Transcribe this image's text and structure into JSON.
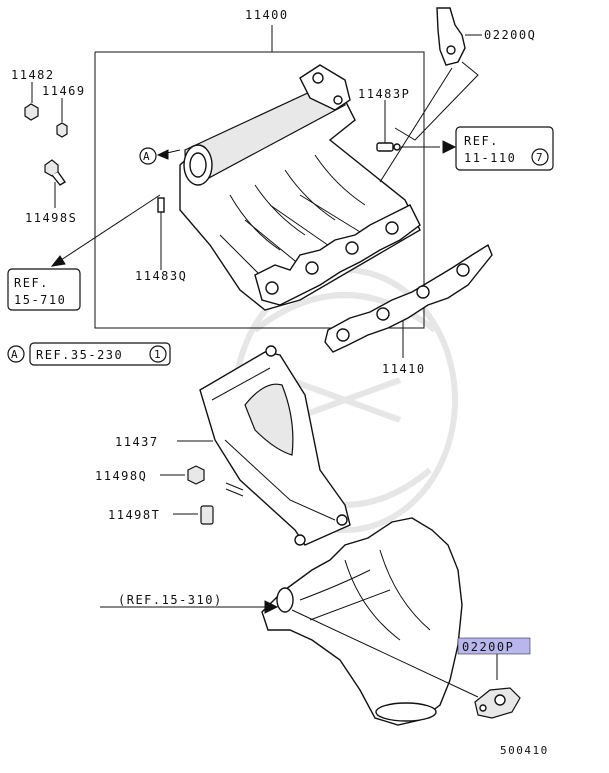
{
  "diagram": {
    "labels": {
      "manifold": "11400",
      "bracket_top": "02200Q",
      "nut_a": "11482",
      "nut_b": "11469",
      "stud_p": "11483P",
      "bolt_s": "11498S",
      "stud_q": "11483Q",
      "gasket": "11410",
      "stay": "11437",
      "bolt_q": "11498Q",
      "bolt_t": "11498T",
      "bracket_bottom": "02200P",
      "diagram_id": "500410"
    },
    "refs": {
      "ref_11_110": {
        "line1": "REF.",
        "line2": "11-110",
        "circled": "7"
      },
      "ref_15_710": {
        "line1": "REF.",
        "line2": "15-710"
      },
      "ref_35_230": {
        "text": "REF.35-230",
        "circled": "1",
        "marker": "A"
      },
      "ref_15_310": {
        "text": "(REF.15-310)"
      },
      "arrow_marker": "A"
    },
    "highlight_color": "#b9b6ee"
  }
}
